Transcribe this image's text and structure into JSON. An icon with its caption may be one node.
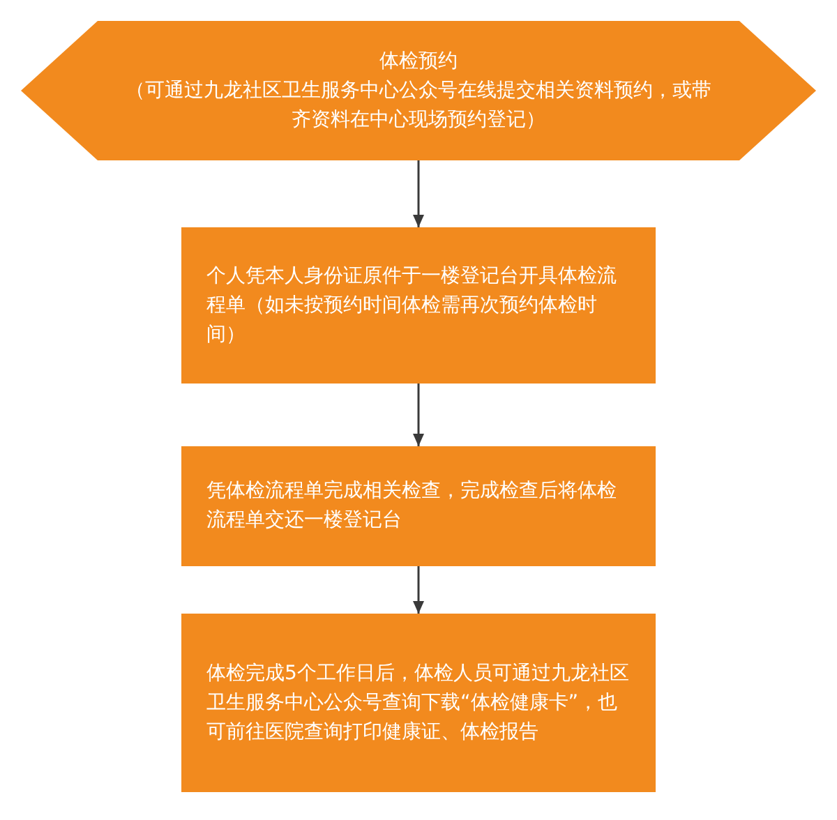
{
  "diagram": {
    "nodes": [
      {
        "text": [
          "体检预约",
          "（可通过九龙社区卫生服务中心公众号在线提交相关资料预约，或带齐资料在中心现场预约登记）"
        ]
      },
      {
        "text": [
          "个人凭本人身份证原件于一楼登记台开具体检流程单（如未按预约时间体检需再次预约体检时间）"
        ]
      },
      {
        "text": [
          "凭体检流程单完成相关检查，完成检查后将体检流程单交还一楼登记台"
        ]
      },
      {
        "text": [
          "体检完成5个工作日后，体检人员可通过九龙社区卫生服务中心公众号查询下载“体检健康卡”，也可前往医院查询打印健康证、体检报告"
        ]
      }
    ],
    "edges": [
      {
        "from": 0,
        "to": 1,
        "arrow": "to"
      },
      {
        "from": 1,
        "to": 2,
        "arrow": "to"
      },
      {
        "from": 2,
        "to": 3,
        "arrow": "to"
      }
    ]
  }
}
